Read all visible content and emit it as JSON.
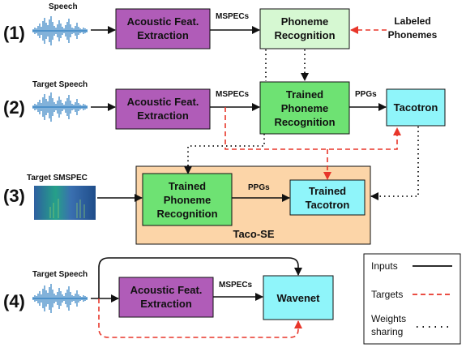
{
  "rows": {
    "r1": "(1)",
    "r2": "(2)",
    "r3": "(3)",
    "r4": "(4)"
  },
  "inputs": {
    "speech": "Speech",
    "target_speech": "Target Speech",
    "target_smspec": "Target SMSPEC",
    "labeled_phonemes": [
      "Labeled",
      "Phonemes"
    ]
  },
  "boxes": {
    "acoustic_feat": [
      "Acoustic Feat.",
      "Extraction"
    ],
    "phoneme_recognition": [
      "Phoneme",
      "Recognition"
    ],
    "trained_phoneme_recognition": [
      "Trained",
      "Phoneme",
      "Recognition"
    ],
    "tacotron": "Tacotron",
    "trained_tacotron": [
      "Trained",
      "Tacotron"
    ],
    "wavenet": "Wavenet",
    "taco_se": "Taco-SE"
  },
  "edge_labels": {
    "mspecs": "MSPECs",
    "ppgs": "PPGs"
  },
  "legend": {
    "inputs": "Inputs",
    "targets": "Targets",
    "weights_sharing": [
      "Weights",
      "sharing"
    ]
  },
  "colors": {
    "purple": "#b05cb8",
    "light_green": "#d6f8d2",
    "green": "#6ee273",
    "cyan": "#8ff5fa",
    "peach": "#fcd5a8",
    "target_red": "#e8362a",
    "wave_blue": "#2f7fc0"
  }
}
